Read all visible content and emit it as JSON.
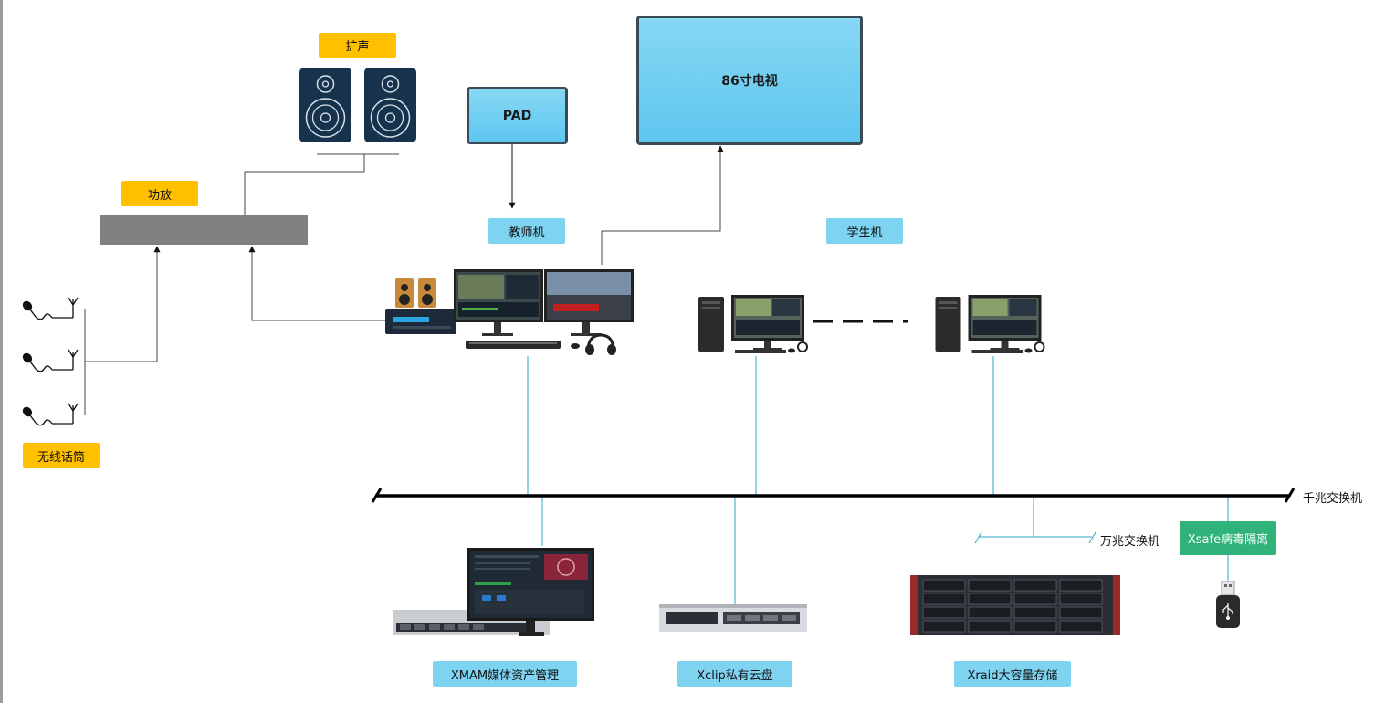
{
  "labels": {
    "speaker": "扩声",
    "amplifier": "功放",
    "wireless_mic": "无线话筒",
    "pad": "PAD",
    "tv": "86寸电视",
    "teacher_pc": "教师机",
    "student_pc": "学生机",
    "gigabit_switch": "千兆交换机",
    "ten_gig_switch": "万兆交换机",
    "xsafe": "Xsafe病毒隔离",
    "xmam": "XMAM媒体资产管理",
    "xclip": "Xclip私有云盘",
    "xraid": "Xraid大容量存储"
  },
  "colors": {
    "tag_yellow": "#ffc000",
    "tag_blue": "#7dd3f0",
    "tag_green": "#2fb37a",
    "network_line": "#29a3c9",
    "bus": "#000000",
    "amp": "#808080",
    "speaker_body": "#17324d"
  }
}
